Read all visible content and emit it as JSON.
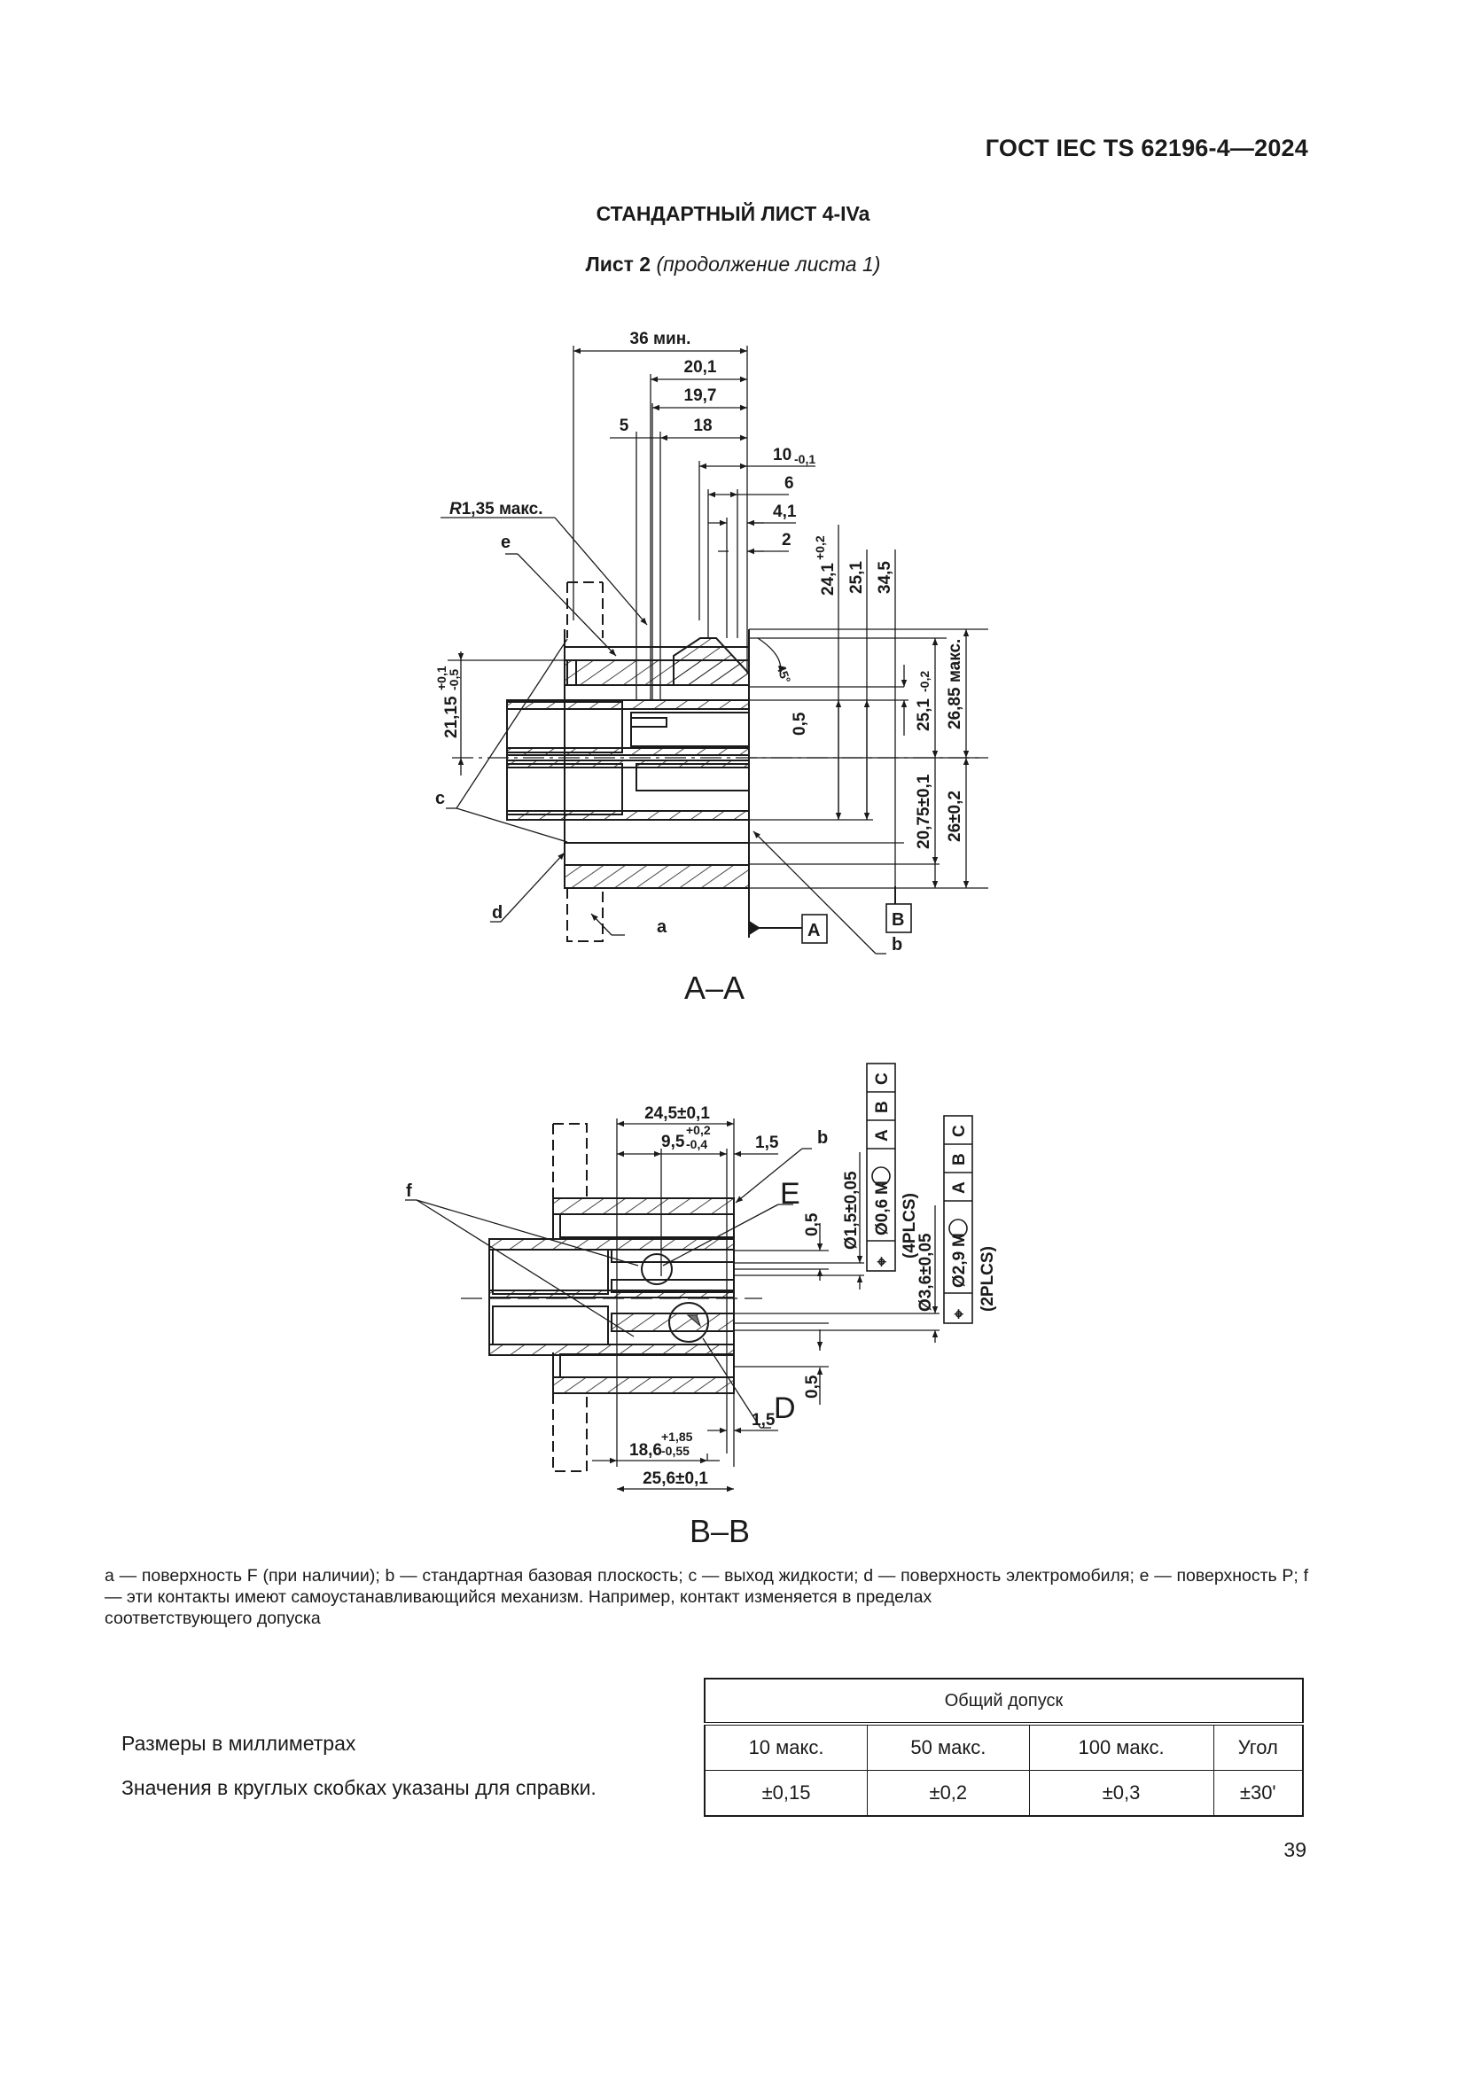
{
  "header": {
    "document_id": "ГОСТ IEC TS 62196-4—2024"
  },
  "sheet": {
    "title": "СТАНДАРТНЫЙ ЛИСТ 4-IVa",
    "subtitle_bold": "Лист 2",
    "subtitle_italic": "(продолжение листа 1)"
  },
  "section_aa": {
    "label": "A–A",
    "dimensions": {
      "d36": "36 мин.",
      "d20_1": "20,1",
      "d19_7": "19,7",
      "d5": "5",
      "d18": "18",
      "d10": "10",
      "d10_tol": "-0,1",
      "d6": "6",
      "d4_1": "4,1",
      "d2": "2",
      "r135": "1,35 макс.",
      "r_prefix": "R",
      "d24_1": "24,1",
      "d24_1_tol": "+0,2",
      "d25_1": "25,1",
      "d34_5": "34,5",
      "angle45": "45°",
      "d0_5": "0,5",
      "d25_1b": "25,1",
      "d25_1b_tol": "-0,2",
      "d26_85": "26,85 макс.",
      "d20_75": "20,75±0,1",
      "d26": "26±0,2",
      "d21_15": "21,15",
      "d21_15_up": "+0,1",
      "d21_15_lo": "-0,5"
    },
    "callouts": [
      "a",
      "b",
      "c",
      "d",
      "e"
    ],
    "datums": [
      "A",
      "B"
    ]
  },
  "section_bb": {
    "label": "B–B",
    "dimensions": {
      "d24_5": "24,5±0,1",
      "d9_5": "9,5",
      "d9_5_up": "+0,2",
      "d9_5_lo": "-0,4",
      "d1_5_top": "1,5",
      "d0_5_top": "0,5",
      "d1_5_dia": "Ø1,5±0,05",
      "d3_6_dia": "Ø3,6±0,05",
      "plcs4": "(4PLCS)",
      "plcs2": "(2PLCS)",
      "d0_5_bot": "0,5",
      "d1_5_bot": "1,5",
      "d18_6": "18,6",
      "d18_6_up": "+1,85",
      "d18_6_lo": "-0,55",
      "d25_6": "25,6±0,1"
    },
    "fcf1": {
      "symbol": "⌖",
      "tolerance": "Ø0,6",
      "modifier": "M",
      "datums": [
        "A",
        "B",
        "C"
      ]
    },
    "fcf2": {
      "symbol": "⌖",
      "tolerance": "Ø2,9",
      "modifier": "M",
      "datums": [
        "A",
        "B",
        "C"
      ]
    },
    "callouts": [
      "f",
      "b"
    ],
    "details": [
      "E",
      "D"
    ]
  },
  "legend": {
    "line": "a — поверхность F (при наличии); b — стандартная базовая плоскость; c — выход жидкости; d — поверхность электромобиля; e — поверхность P; f — эти контакты имеют самоустанавливающийся механизм. Например, контакт изменяется в пределах",
    "last": "соответствующего допуска"
  },
  "notes": {
    "units": "Размеры в миллиметрах",
    "reference": "Значения в круглых скобках указаны для справки."
  },
  "tolerance_table": {
    "title": "Общий допуск",
    "headers": [
      "10 макс.",
      "50 макс.",
      "100 макс.",
      "Угол"
    ],
    "values": [
      "±0,15",
      "±0,2",
      "±0,3",
      "±30'"
    ]
  },
  "footer": {
    "page_number": "39"
  }
}
